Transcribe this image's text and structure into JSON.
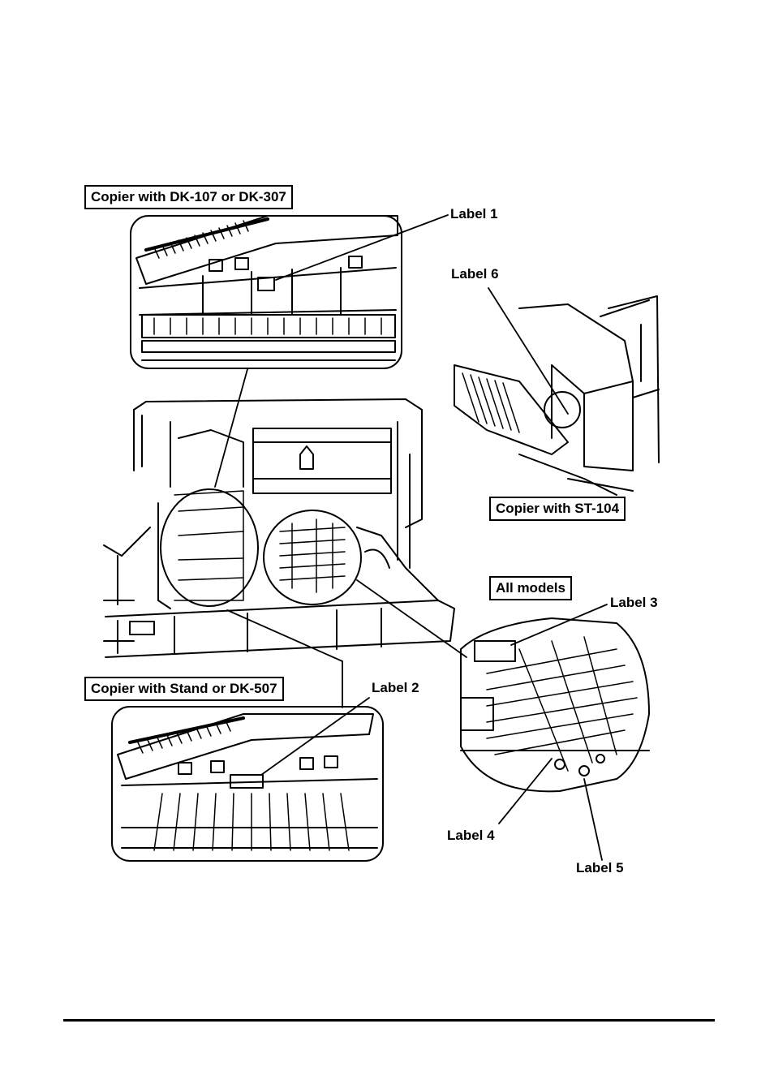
{
  "figure": {
    "box_labels": {
      "dk107": "Copier with DK-107 or DK-307",
      "st104": "Copier with ST-104",
      "all_models": "All models",
      "stand": "Copier with Stand or DK-507"
    },
    "callouts": {
      "label1": "Label 1",
      "label2": "Label 2",
      "label3": "Label 3",
      "label4": "Label 4",
      "label5": "Label 5",
      "label6": "Label 6"
    }
  },
  "colors": {
    "ink": "#000000",
    "paper": "#ffffff"
  }
}
